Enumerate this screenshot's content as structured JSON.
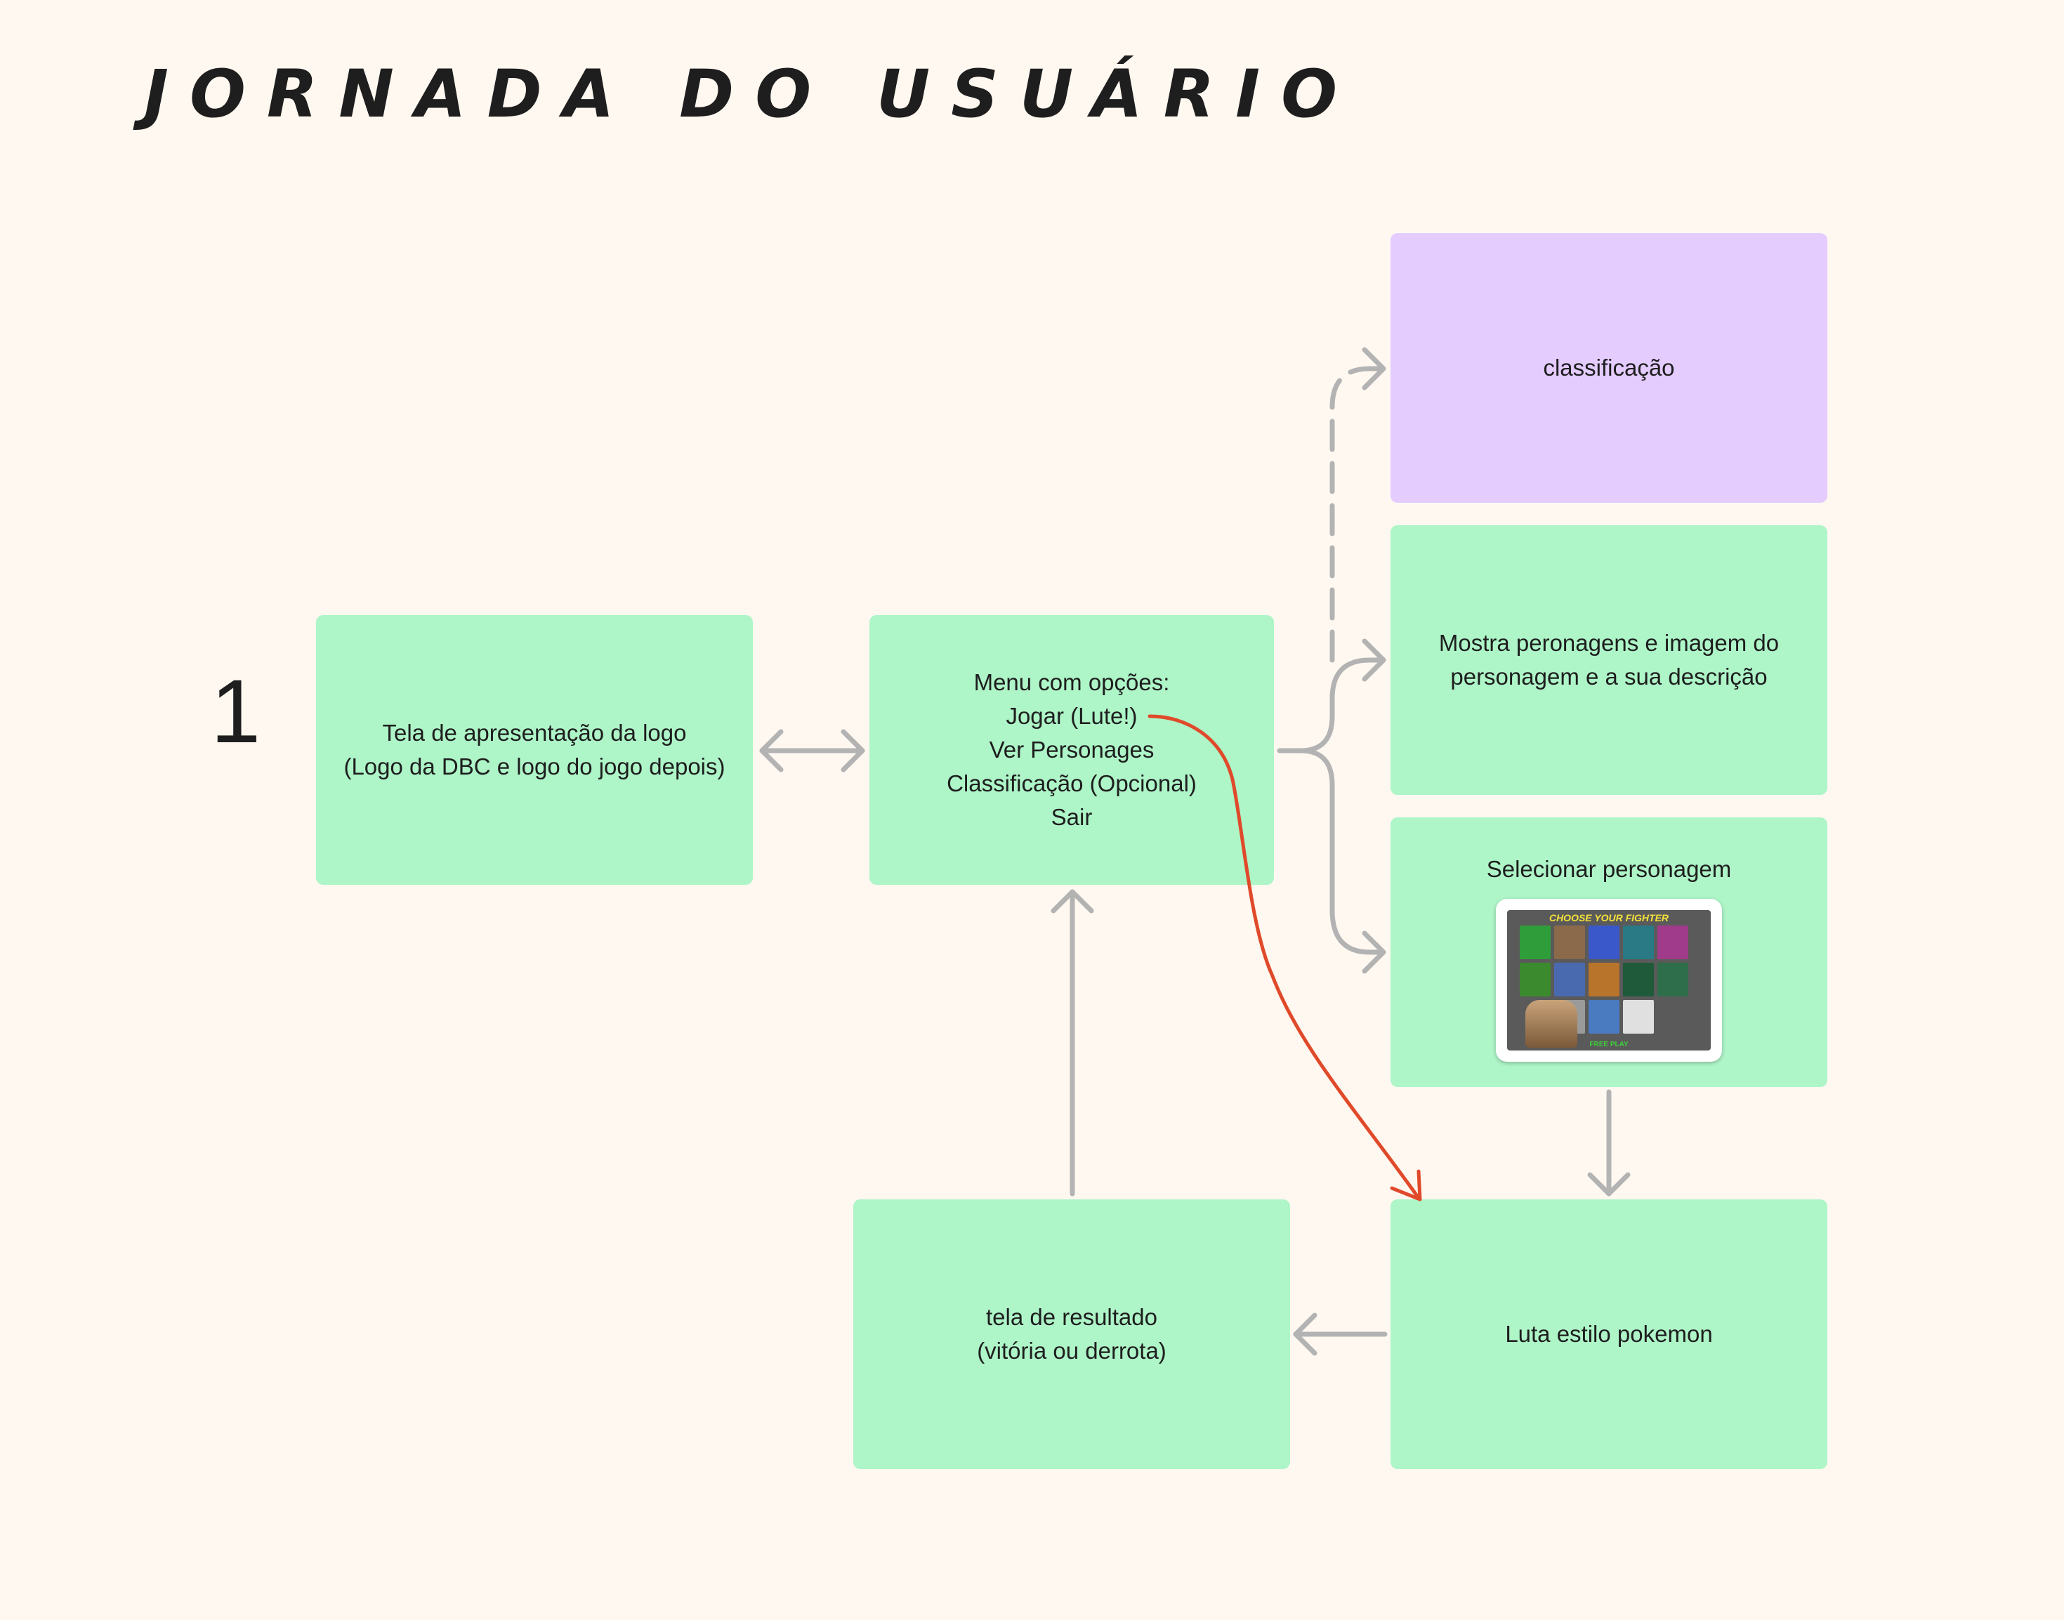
{
  "title": "JORNADA DO USUÁRIO",
  "step_number": "1",
  "boxes": {
    "logo": {
      "lines": [
        "Tela de apresentação da logo",
        "(Logo da DBC e logo do jogo depois)"
      ]
    },
    "menu": {
      "lines": [
        "Menu com opções:",
        "Jogar (Lute!)",
        "Ver Personages",
        "Classificação (Opcional)",
        "Sair"
      ]
    },
    "classification": {
      "lines": [
        "classificação"
      ]
    },
    "characters": {
      "lines": [
        "Mostra peronagens e imagem do",
        "personagem e a sua descrição"
      ]
    },
    "select": {
      "lines": [
        "Selecionar personagem"
      ],
      "thumbnail": {
        "title": "CHOOSE YOUR FIGHTER",
        "footer": "FREE PLAY"
      }
    },
    "fight": {
      "lines": [
        "Luta estilo pokemon"
      ]
    },
    "result": {
      "lines": [
        "tela de resultado",
        "(vitória ou derrota)"
      ]
    }
  },
  "colors": {
    "background": "#fff8f0",
    "box_green": "#aef5c8",
    "box_purple": "#e4ccff",
    "connector_gray": "#b3b3b3",
    "accent_red": "#e04a2a"
  }
}
